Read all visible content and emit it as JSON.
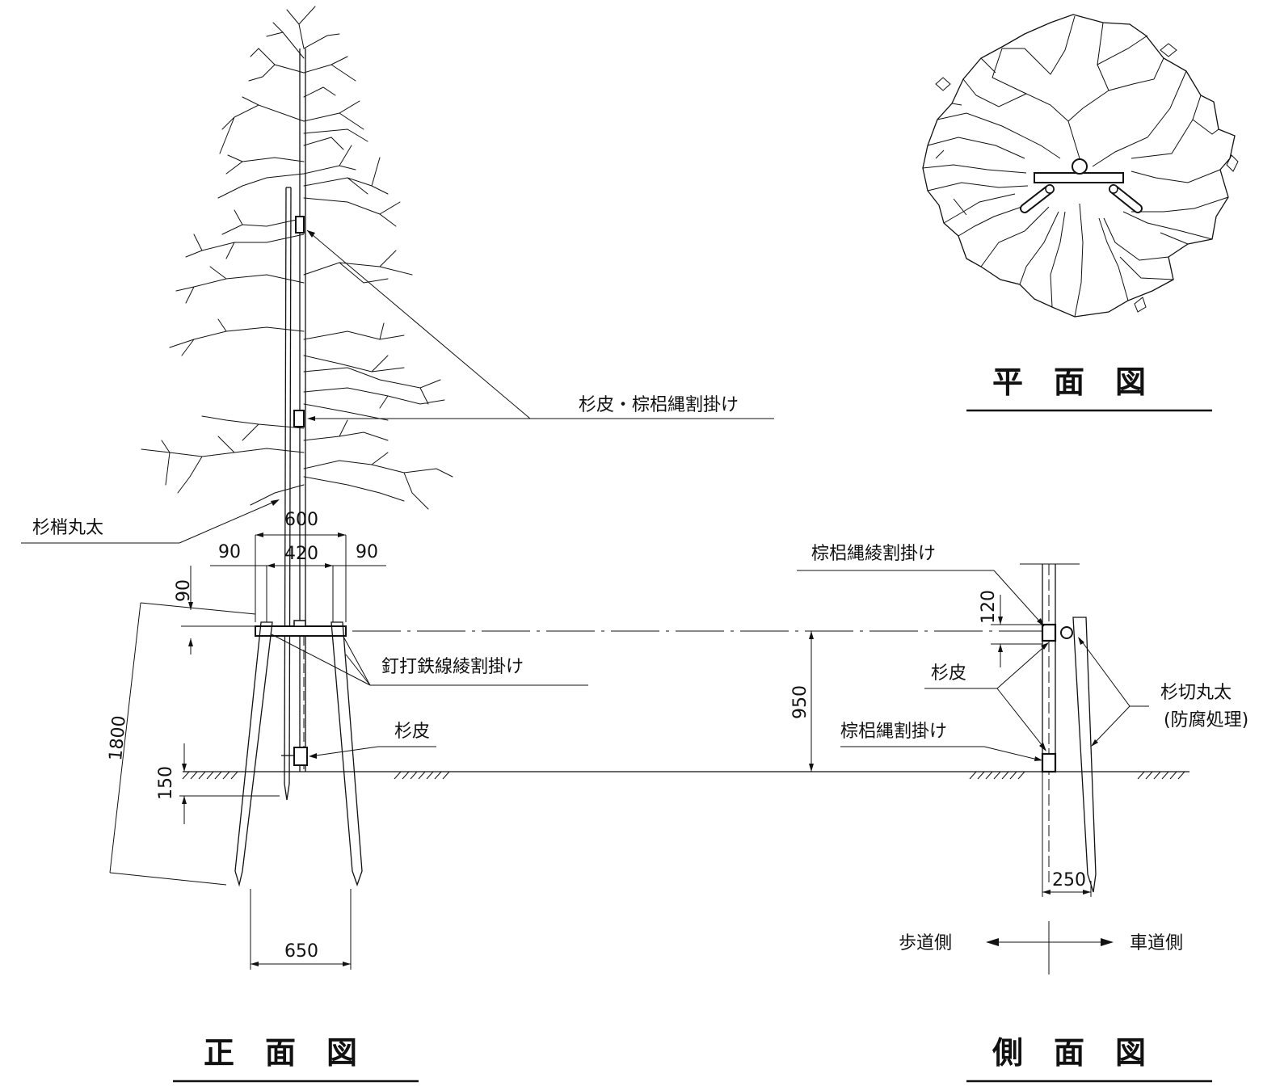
{
  "views": {
    "plan": "平　面　図",
    "front": "正　面　図",
    "side": "側　面　図"
  },
  "labels": {
    "bark_palm_rope": "杉皮・棕梠縄割掛け",
    "cedar_pole": "杉梢丸太",
    "nail_wire": "釘打鉄線綾割掛け",
    "cedar_bark_front": "杉皮",
    "palm_rope_twill": "棕梠縄綾割掛け",
    "cedar_bark_side": "杉皮",
    "cut_log": "杉切丸太",
    "anti_rot": "(防腐処理)",
    "palm_rope_side": "棕梠縄割掛け",
    "sidewalk_side": "歩道側",
    "roadway_side": "車道側"
  },
  "dimensions": {
    "d600": "600",
    "d420": "420",
    "d90_left": "90",
    "d90_right": "90",
    "d90_vert": "90",
    "d1800": "1800",
    "d150": "150",
    "d650": "650",
    "d950": "950",
    "d120": "120",
    "d250": "250"
  }
}
